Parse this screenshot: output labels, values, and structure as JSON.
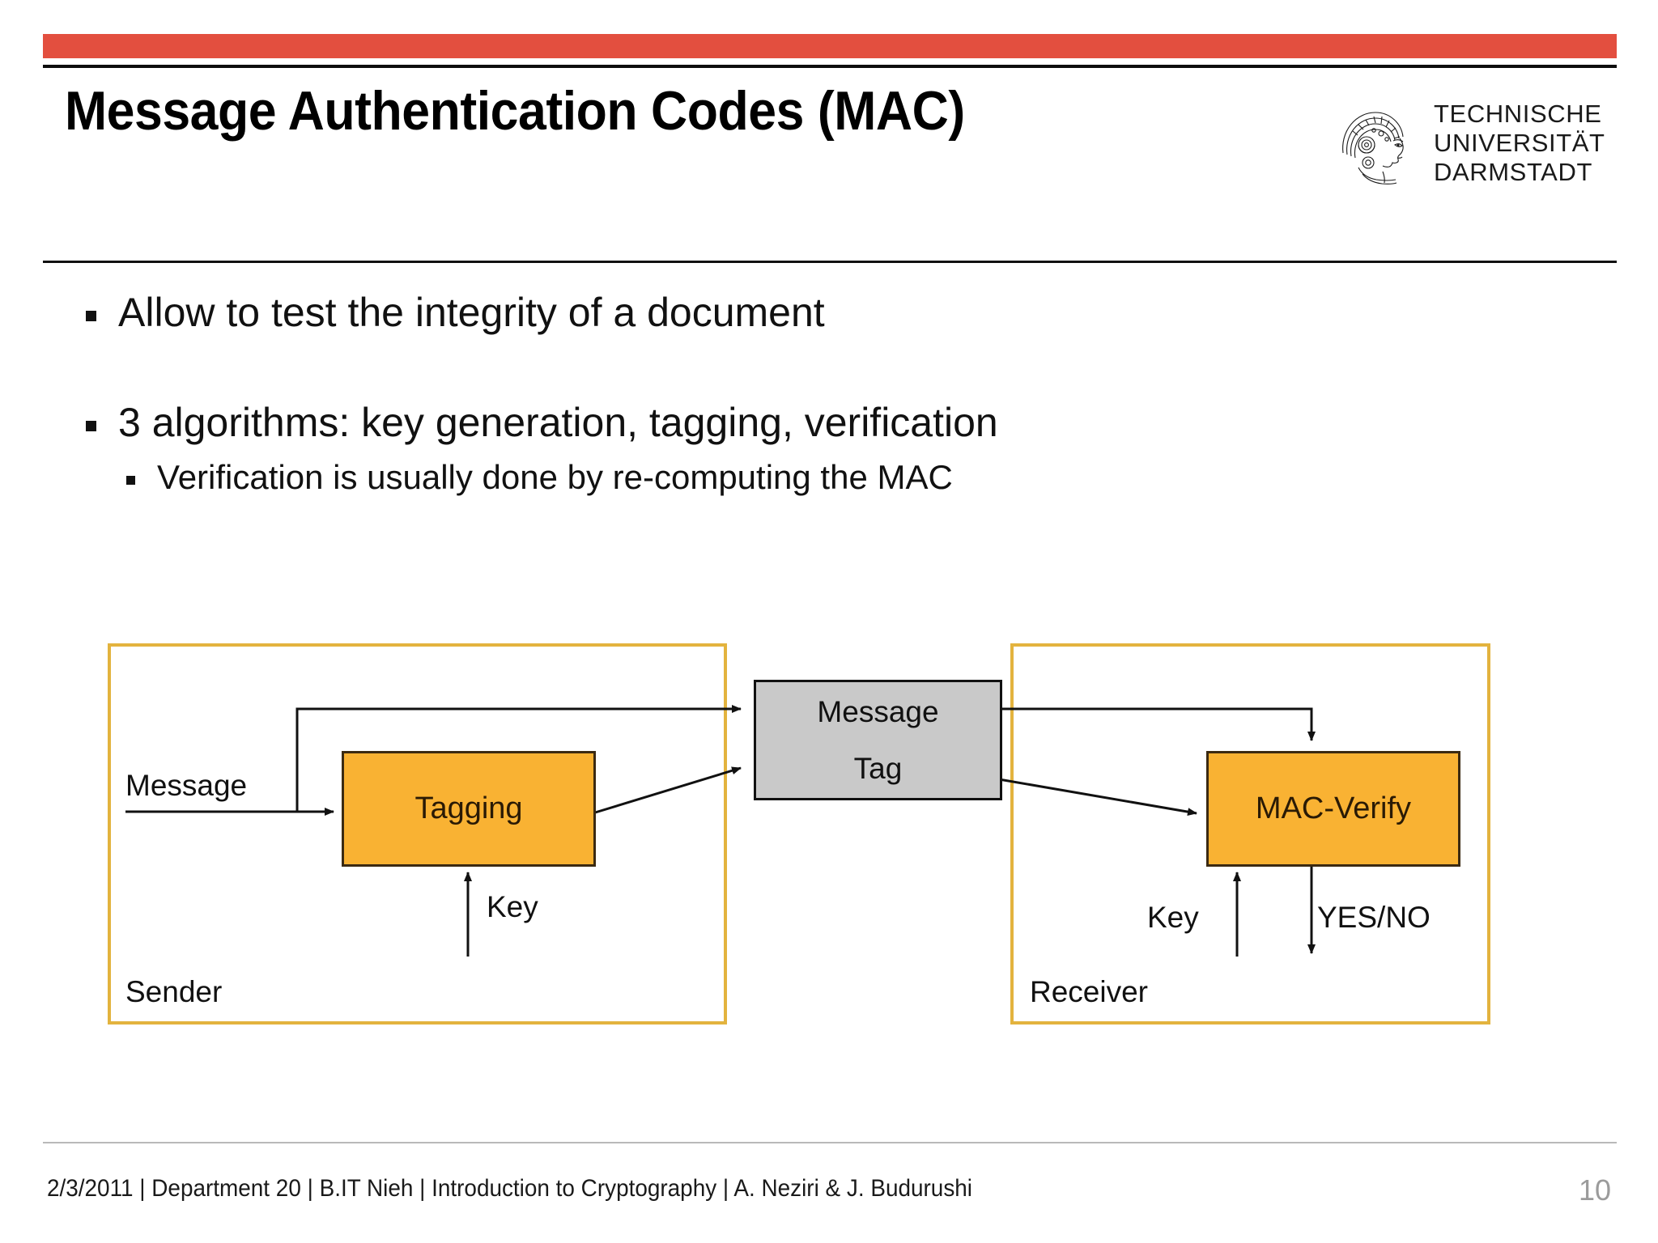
{
  "slide": {
    "title": "Message Authentication Codes (MAC)",
    "accent_color": "#e34f3f",
    "page_number": "10"
  },
  "logo": {
    "line1": "TECHNISCHE",
    "line2": "UNIVERSITÄT",
    "line3": "DARMSTADT",
    "mark": "athena-head-icon"
  },
  "content": {
    "bullet1": "Allow to test the integrity of a document",
    "bullet2": "3 algorithms: key generation, tagging, verification",
    "sub_bullet1": "Verification is usually done by re-computing the MAC"
  },
  "diagram": {
    "sender_label": "Sender",
    "receiver_label": "Receiver",
    "message_input_label": "Message",
    "tagging_box": "Tagging",
    "key_sender_label": "Key",
    "transmitted_message": "Message",
    "transmitted_tag": "Tag",
    "macverify_box": "MAC-Verify",
    "key_receiver_label": "Key",
    "output_label": "YES/NO",
    "frame_color": "#e3b33e",
    "process_fill": "#f9b233",
    "packet_fill": "#c9c9c9"
  },
  "footer": {
    "text": "2/3/2011 | Department 20  | B.IT Nieh | Introduction to Cryptography | A. Neziri & J. Budurushi"
  }
}
